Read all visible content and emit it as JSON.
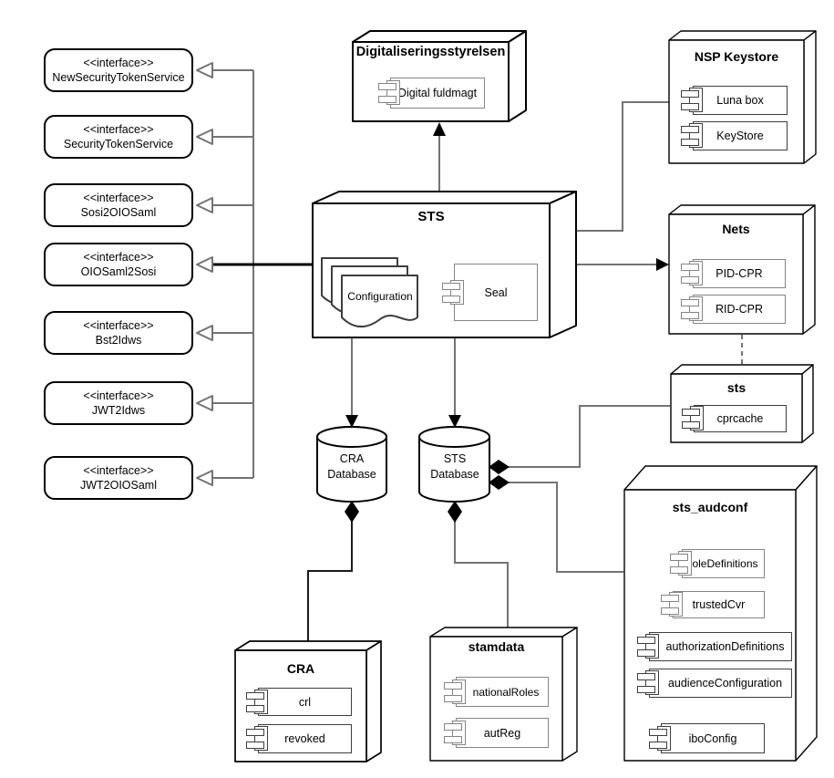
{
  "interfaces": [
    {
      "stereotype": "<<interface>>",
      "name": "NewSecurityTokenService"
    },
    {
      "stereotype": "<<interface>>",
      "name": "SecurityTokenService"
    },
    {
      "stereotype": "<<interface>>",
      "name": "Sosi2OIOSaml"
    },
    {
      "stereotype": "<<interface>>",
      "name": "OIOSaml2Sosi"
    },
    {
      "stereotype": "<<interface>>",
      "name": "Bst2Idws"
    },
    {
      "stereotype": "<<interface>>",
      "name": "JWT2Idws"
    },
    {
      "stereotype": "<<interface>>",
      "name": "JWT2OIOSaml"
    }
  ],
  "nodes": {
    "digitaliseringsstyrelsen": {
      "title": "Digitaliseringsstyrelsen",
      "components": [
        "Digital fuldmagt"
      ]
    },
    "nsp_keystore": {
      "title": "NSP Keystore",
      "components": [
        "Luna box",
        "KeyStore"
      ]
    },
    "sts": {
      "title": "STS",
      "artifact": "Configuration",
      "components": [
        "Seal"
      ]
    },
    "nets": {
      "title": "Nets",
      "components": [
        "PID-CPR",
        "RID-CPR"
      ]
    },
    "sts_cache": {
      "title": "sts",
      "components": [
        "cprcache"
      ]
    },
    "sts_audconf": {
      "title": "sts_audconf",
      "components": [
        "roleDefinitions",
        "trustedCvr",
        "authorizationDefinitions",
        "audienceConfiguration",
        "iboConfig"
      ]
    },
    "cra": {
      "title": "CRA",
      "components": [
        "crl",
        "revoked"
      ]
    },
    "stamdata": {
      "title": "stamdata",
      "components": [
        "nationalRoles",
        "autReg"
      ]
    }
  },
  "databases": [
    {
      "line1": "CRA",
      "line2": "Database"
    },
    {
      "line1": "STS",
      "line2": "Database"
    }
  ],
  "colors": {
    "border": "#000000",
    "connector": "#737373",
    "component_gray": "#848484",
    "background": "#ffffff"
  }
}
